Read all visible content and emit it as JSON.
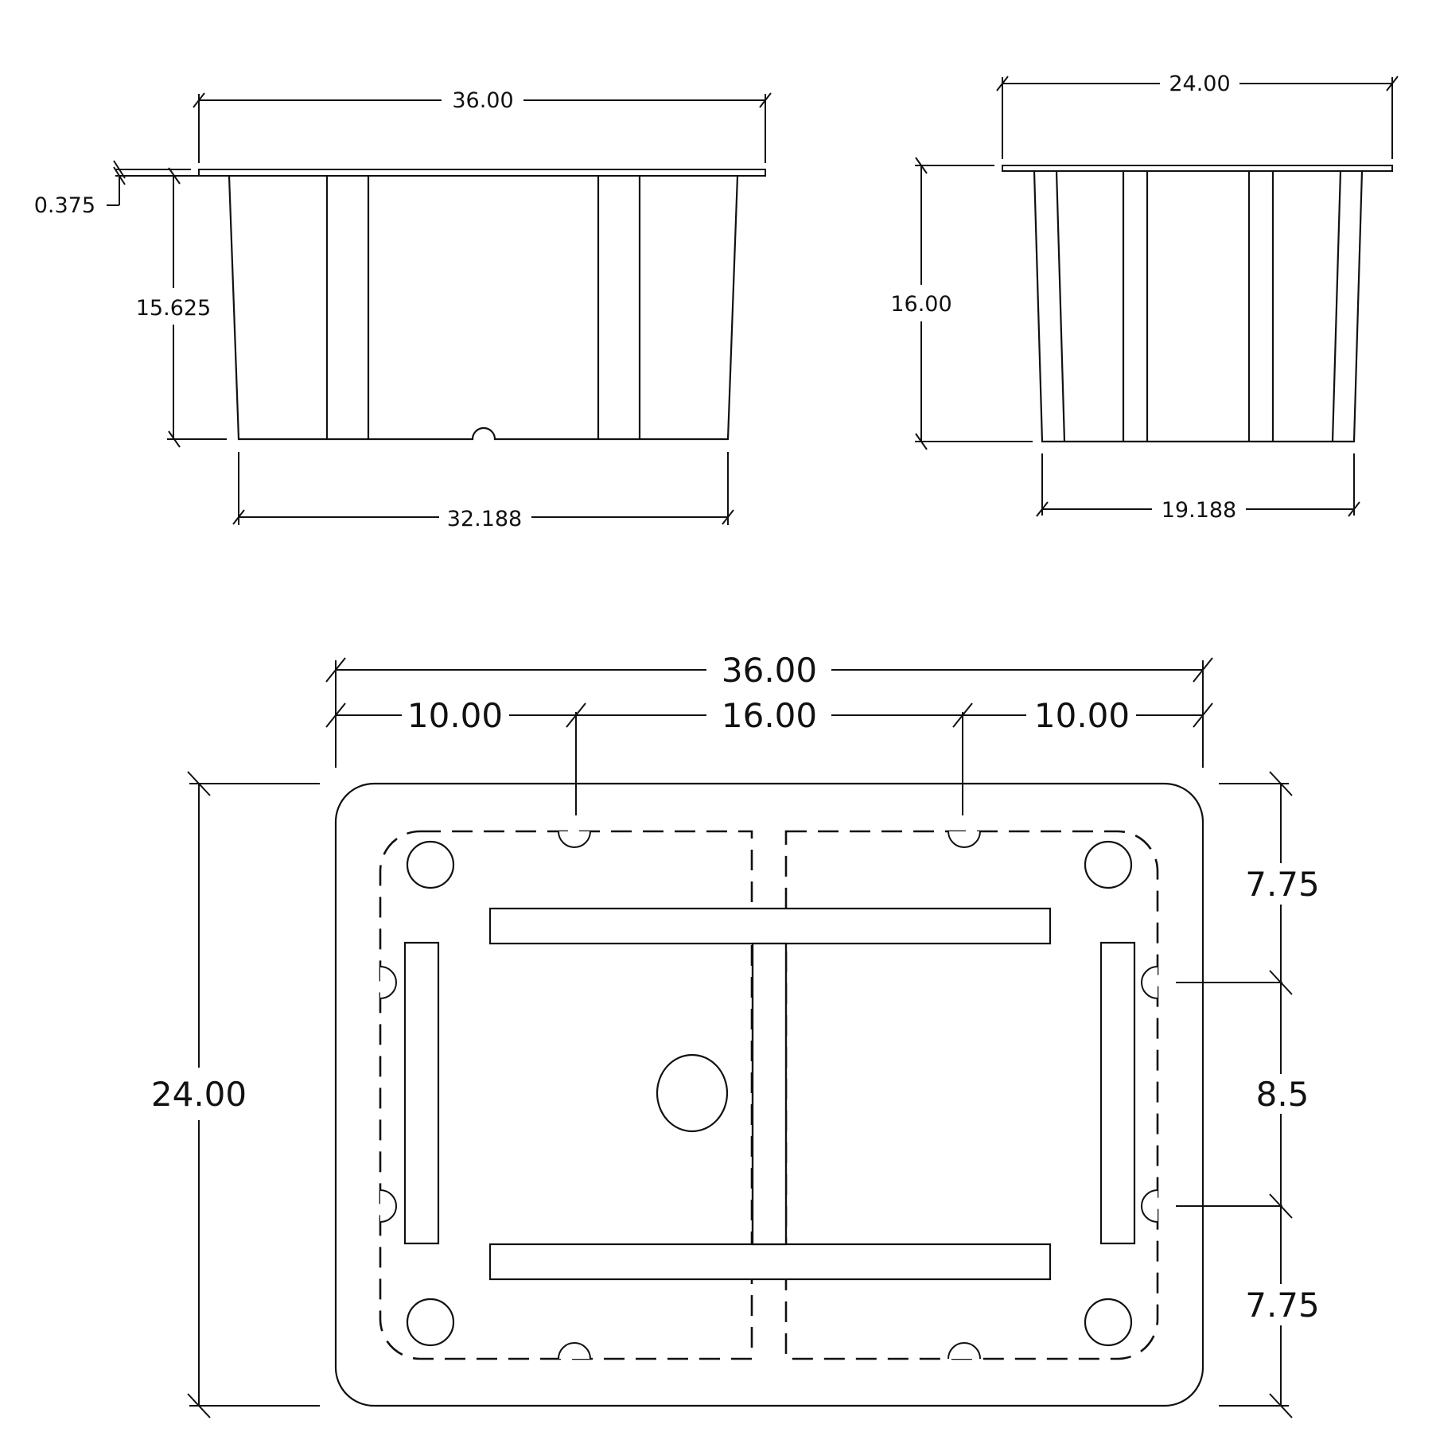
{
  "front_view": {
    "top_width": "36.00",
    "rim_thickness": "0.375",
    "height": "15.625",
    "bottom_width": "32.188"
  },
  "side_view": {
    "top_width": "24.00",
    "height": "16.00",
    "bottom_width": "19.188"
  },
  "plan_view": {
    "overall_length": "36.00",
    "segment_left": "10.00",
    "segment_middle": "16.00",
    "segment_right": "10.00",
    "overall_width": "24.00",
    "right_top": "7.75",
    "right_middle": "8.5",
    "right_bottom": "7.75"
  }
}
